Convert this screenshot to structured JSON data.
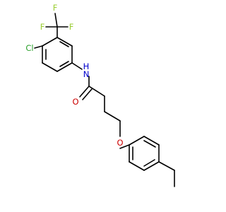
{
  "structure": {
    "atoms": {
      "cl": "Cl",
      "f_top": "F",
      "f_left": "F",
      "f_right": "F",
      "nh": "N",
      "h": "H",
      "o_carbonyl": "O",
      "o_ether": "O"
    },
    "colors": {
      "cl": "#2ca02c",
      "f": "#9acd32",
      "n": "#0000cc",
      "o": "#cc0000",
      "bond": "#000000"
    }
  }
}
